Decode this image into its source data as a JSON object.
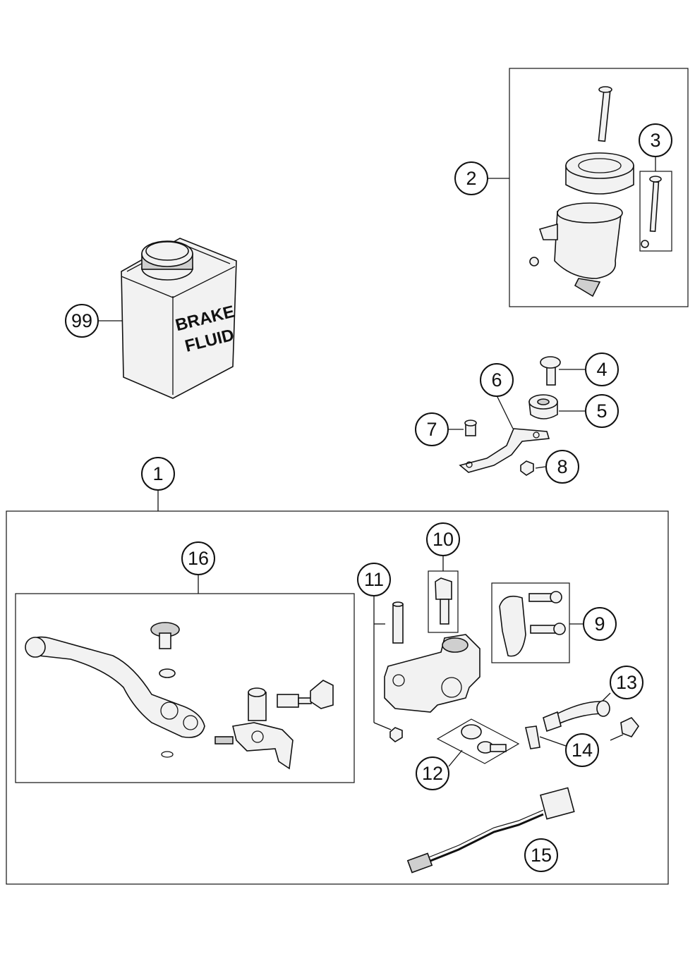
{
  "bottle": {
    "label_line1": "BRAKE",
    "label_line2": "FLUID"
  },
  "callouts": {
    "c1": "1",
    "c2": "2",
    "c3": "3",
    "c4": "4",
    "c5": "5",
    "c6": "6",
    "c7": "7",
    "c8": "8",
    "c9": "9",
    "c10": "10",
    "c11": "11",
    "c12": "12",
    "c13": "13",
    "c14": "14",
    "c15": "15",
    "c16": "16",
    "c99": "99"
  }
}
